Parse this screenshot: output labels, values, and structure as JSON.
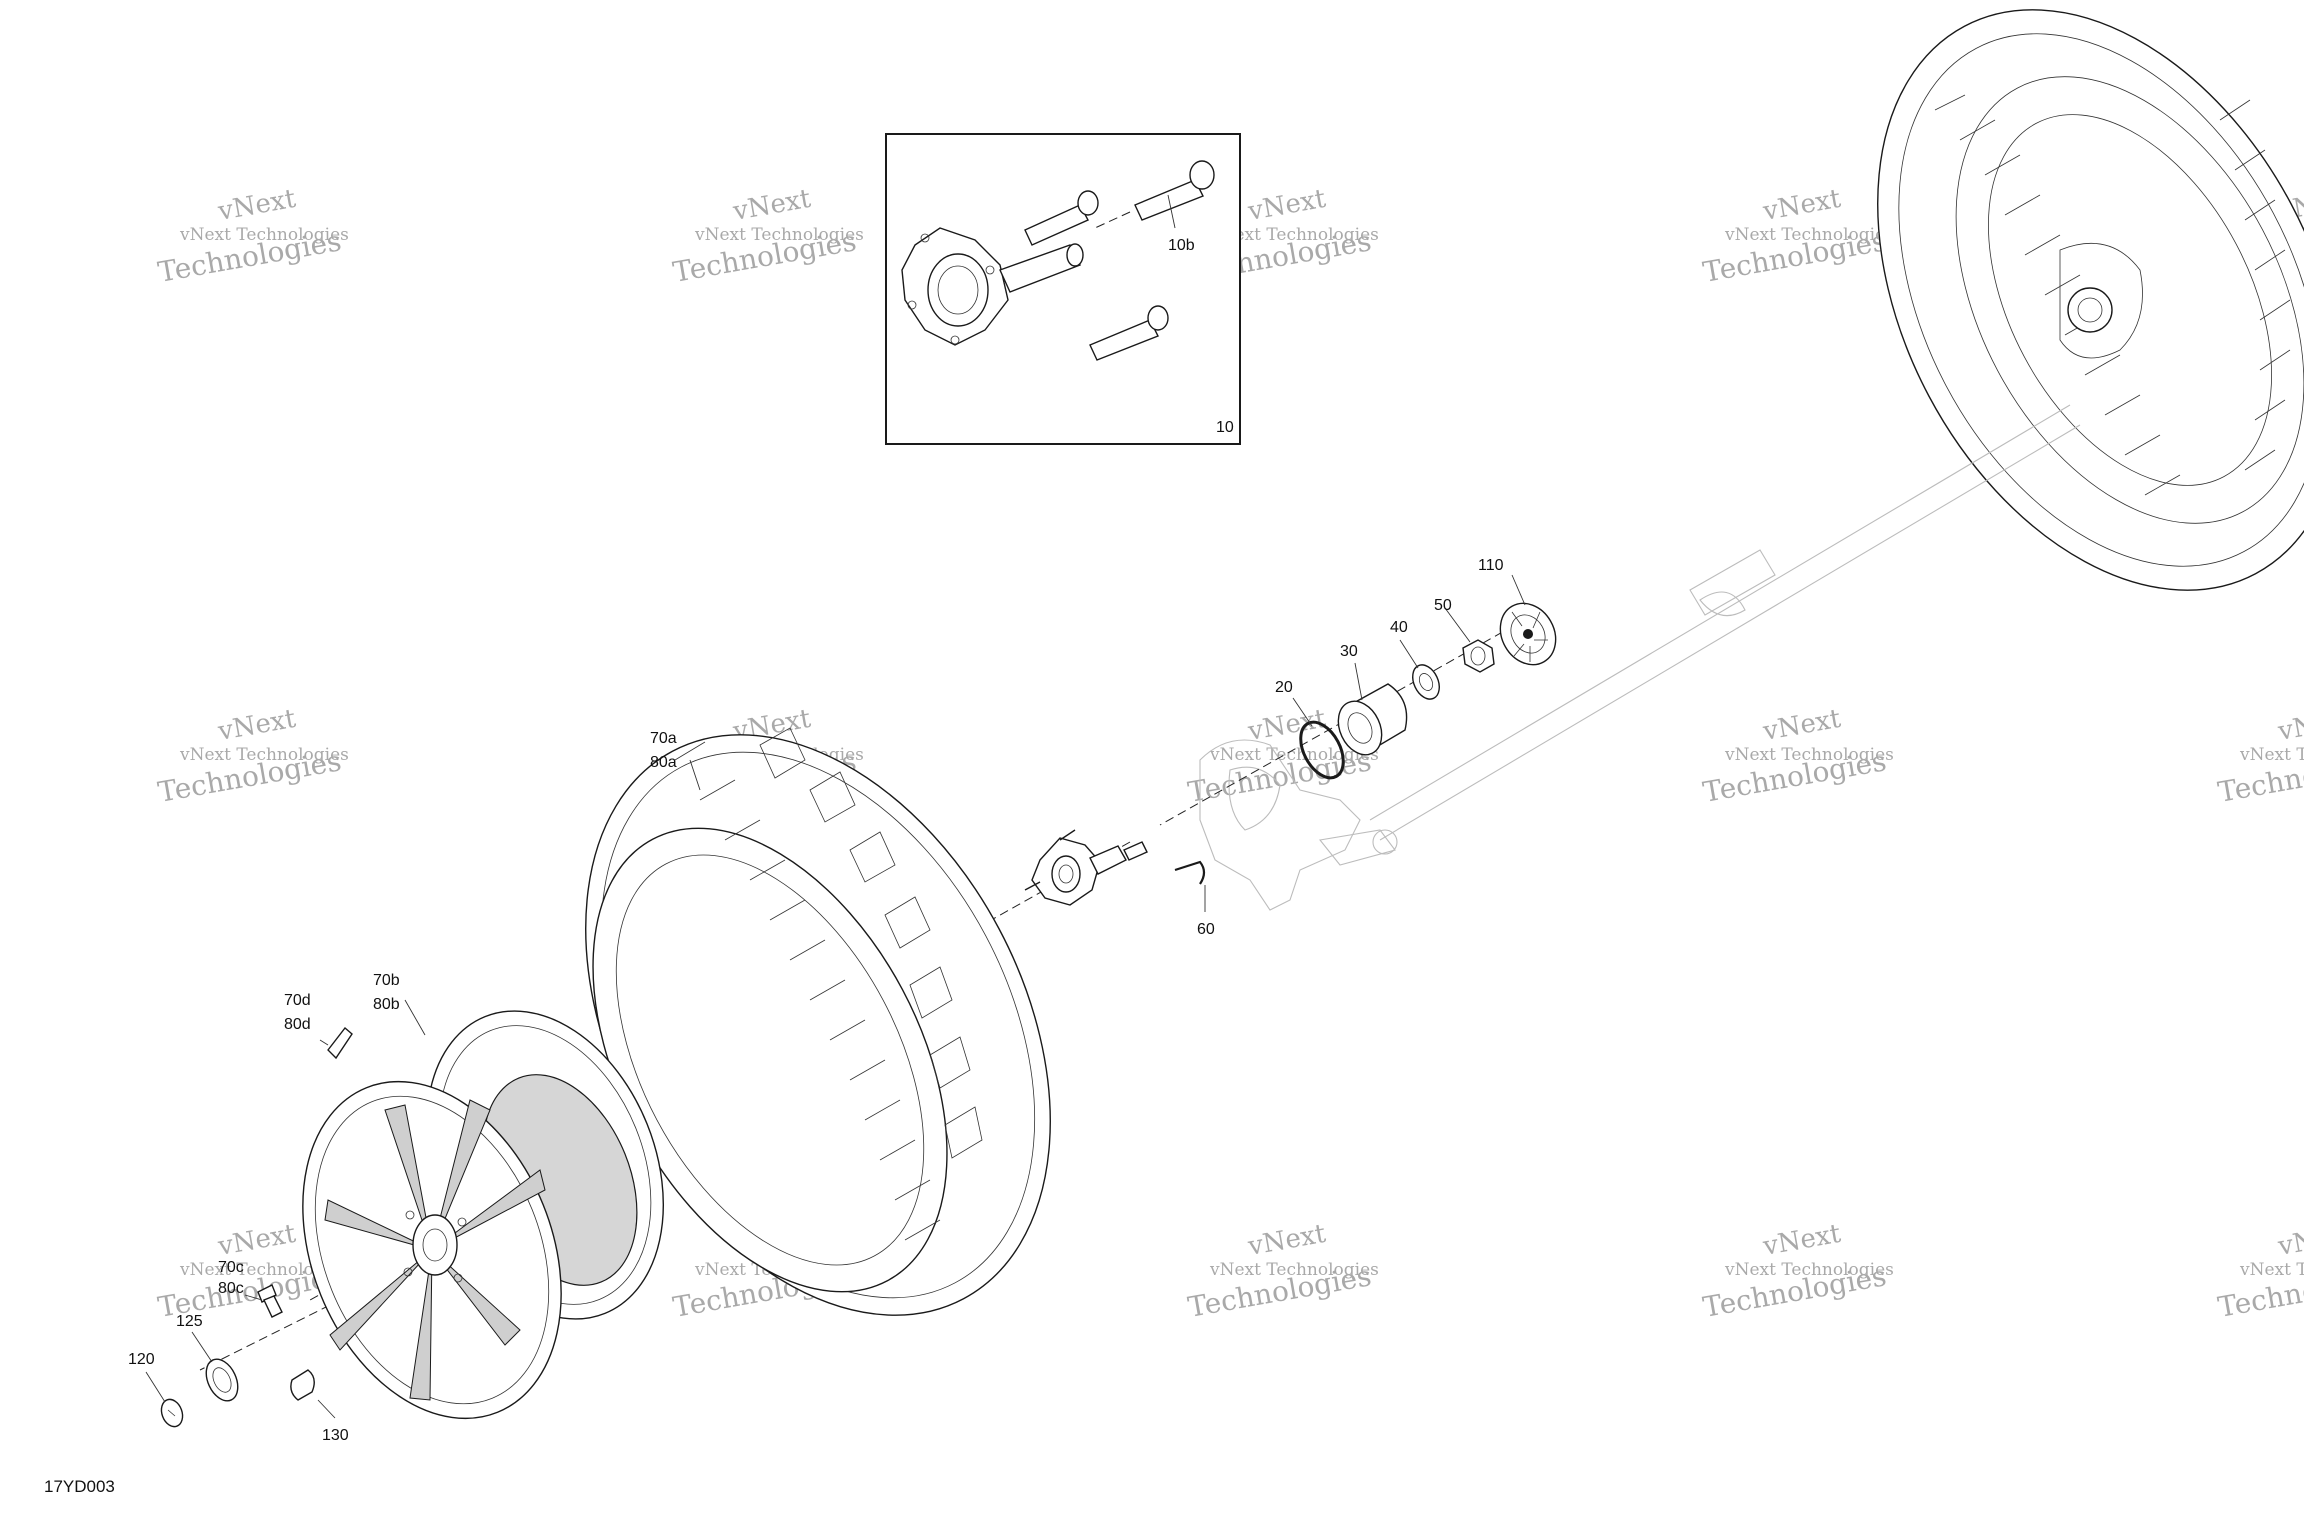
{
  "document_id": "17YD003",
  "watermark": {
    "line1": "vNext Technologies",
    "line2": "Technologies",
    "tag": "vNext"
  },
  "inset": {
    "label_10": "10",
    "label_10b": "10b"
  },
  "callouts": {
    "c20": "20",
    "c30": "30",
    "c40": "40",
    "c50": "50",
    "c60": "60",
    "c110": "110",
    "c70a": "70a",
    "c80a": "80a",
    "c70b": "70b",
    "c80b": "80b",
    "c70d": "70d",
    "c80d": "80d",
    "c70c": "70c",
    "c80c": "80c",
    "c120": "120",
    "c125": "125",
    "c130": "130"
  }
}
